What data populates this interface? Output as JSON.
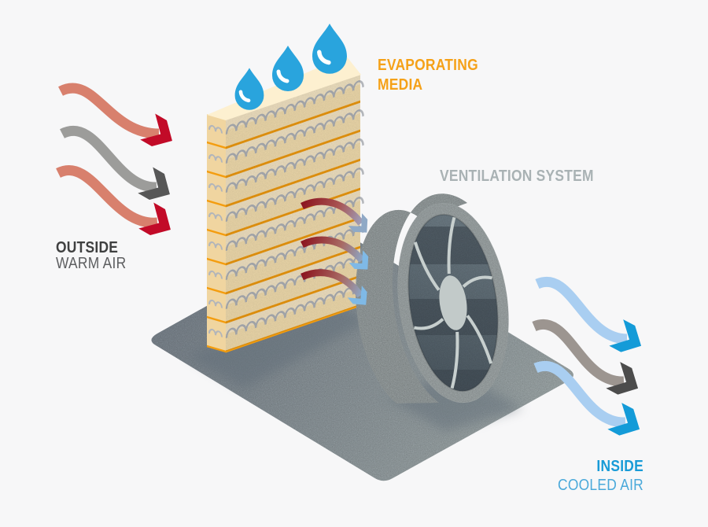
{
  "background_color": "#f7f7f8",
  "labels": {
    "evaporating_media": {
      "lines": [
        "EVAPORATING",
        "MEDIA"
      ],
      "color": "#f5a118"
    },
    "ventilation_system": {
      "text": "VENTILATION SYSTEM",
      "color": "#a9b2b4"
    },
    "outside_warm_air": {
      "title": "OUTSIDE",
      "subtitle": "WARM AIR",
      "title_color": "#3f4040",
      "subtitle_color": "#5d5e60"
    },
    "inside_cooled_air": {
      "title": "INSIDE",
      "subtitle": "COOLED AIR",
      "title_color": "#189bd7",
      "subtitle_color": "#4aa9da"
    }
  },
  "colors": {
    "droplet": "#29a4dd",
    "droplet_highlight": "#ffffff",
    "media_face": "#f8e2b2",
    "media_end_face": "#f0d5a0",
    "media_top_face": "#fdf0d0",
    "media_lines": "#f49d0f",
    "media_squiggle": "#b2b5ba",
    "platform_dark": "#8a95a0",
    "platform_light": "#b6c1c2",
    "fan_rim": "#bdc6c7",
    "fan_interior_dark": "#52606a",
    "fan_interior_light": "#7d8d97",
    "fan_hub": "#c2cac9",
    "warm_arrow": "#d8806d",
    "warm_arrowhead": "#c20b28",
    "neutral_arrow_left": "#9c9c9a",
    "neutral_arrowhead_left": "#575757",
    "neutral_arrow_right": "#9c9590",
    "neutral_arrowhead_right": "#4c4c4c",
    "cool_arrow": "#a9cef1",
    "cool_arrowhead": "#149bd8",
    "transition_arrow_start": "#8c1620",
    "transition_arrow_end": "#86b6de"
  },
  "counts": {
    "water_droplets": 3,
    "warm_inflow_arrows": 3,
    "cooled_outflow_arrows": 3,
    "transition_arrows": 3,
    "media_rows": 8,
    "fan_spokes": 6
  }
}
